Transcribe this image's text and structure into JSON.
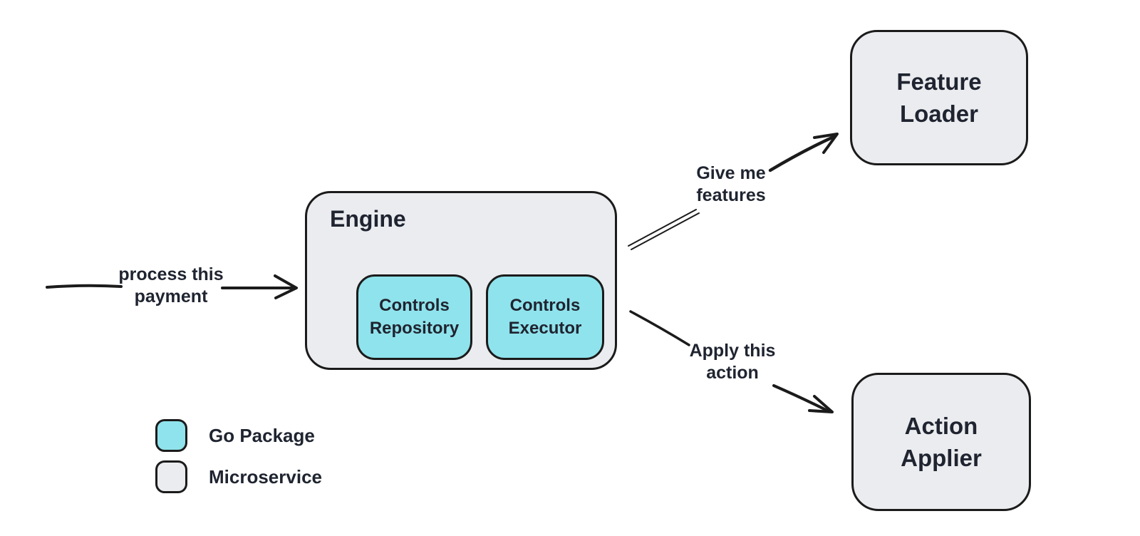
{
  "diagram": {
    "background": "#ffffff",
    "colors": {
      "stroke": "#1b1b1b",
      "text": "#1f2430",
      "go_package_fill": "#8fe3ec",
      "microservice_fill": "#ebecef"
    },
    "nodes": {
      "engine": {
        "title": "Engine",
        "type": "Microservice",
        "children": [
          {
            "label": "Controls Repository",
            "type": "Go Package"
          },
          {
            "label": "Controls Executor",
            "type": "Go Package"
          }
        ]
      },
      "feature_loader": {
        "label": "Feature Loader",
        "type": "Microservice"
      },
      "action_applier": {
        "label": "Action Applier",
        "type": "Microservice"
      }
    },
    "edges": [
      {
        "label": "process this payment",
        "to": "engine"
      },
      {
        "label": "Give me features",
        "from": "engine",
        "to": "feature_loader"
      },
      {
        "label": "Apply this action",
        "from": "engine",
        "to": "action_applier"
      }
    ],
    "legend": [
      {
        "label": "Go Package",
        "color": "#8fe3ec"
      },
      {
        "label": "Microservice",
        "color": "#ebecef"
      }
    ]
  }
}
